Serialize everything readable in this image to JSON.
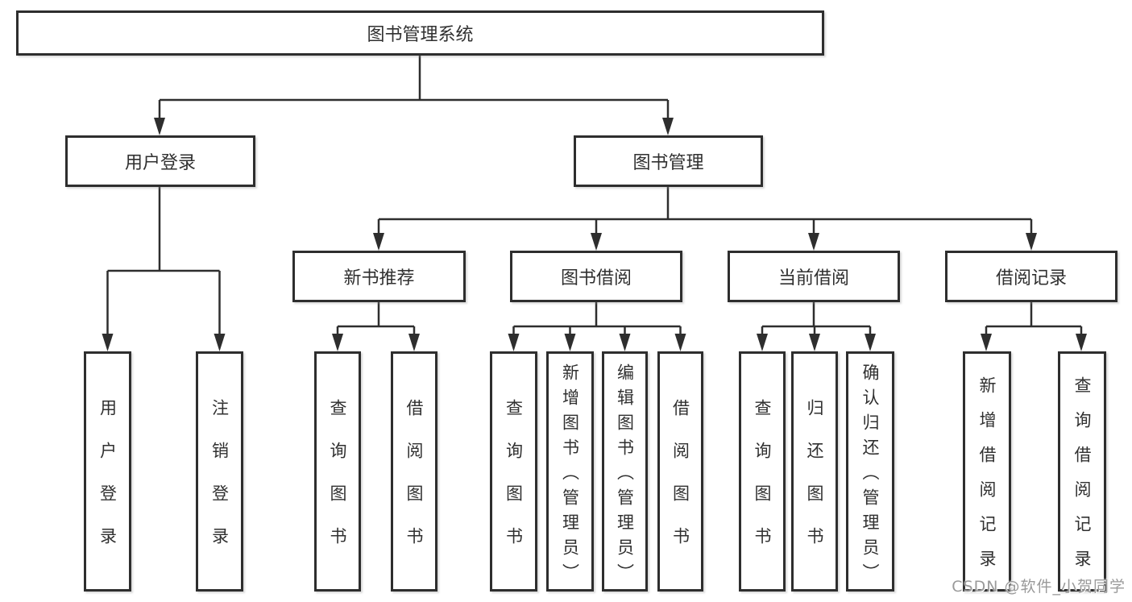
{
  "diagram": {
    "type": "tree",
    "title": "图书管理系统",
    "tree": {
      "root": "图书管理系统",
      "level2": [
        "用户登录",
        "图书管理"
      ],
      "level3": [
        "新书推荐",
        "图书借阅",
        "当前借阅",
        "借阅记录"
      ],
      "leaves": {
        "user_login_group": [
          "用户登录",
          "注销登录"
        ],
        "new_book_group": [
          "查询图书",
          "借阅图书"
        ],
        "borrow_group": [
          "查询图书",
          "新增图书（管理员）",
          "编辑图书（管理员）",
          "借阅图书"
        ],
        "current_group": [
          "查询图书",
          "归还图书",
          "确认归还（管理员）"
        ],
        "records_group": [
          "新增借阅记录",
          "查询借阅记录"
        ]
      }
    },
    "edges": [
      {
        "from": "图书管理系统",
        "to": [
          "用户登录",
          "图书管理"
        ]
      },
      {
        "from": "图书管理",
        "to": [
          "新书推荐",
          "图书借阅",
          "当前借阅",
          "借阅记录"
        ]
      },
      {
        "from": "用户登录",
        "to": [
          "用户登录",
          "注销登录"
        ]
      },
      {
        "from": "新书推荐",
        "to": [
          "查询图书",
          "借阅图书"
        ]
      },
      {
        "from": "图书借阅",
        "to": [
          "查询图书",
          "新增图书（管理员）",
          "编辑图书（管理员）",
          "借阅图书"
        ]
      },
      {
        "from": "当前借阅",
        "to": [
          "查询图书",
          "归还图书",
          "确认归还（管理员）"
        ]
      },
      {
        "from": "借阅记录",
        "to": [
          "新增借阅记录",
          "查询借阅记录"
        ]
      }
    ],
    "watermark": "CSDN @软件_小贺同学",
    "colors": {
      "line": "#2e2e2e",
      "text": "#303030",
      "box_background": "#ffffff",
      "page_background": "#ffffff",
      "watermark": "#9a9a9a"
    }
  }
}
